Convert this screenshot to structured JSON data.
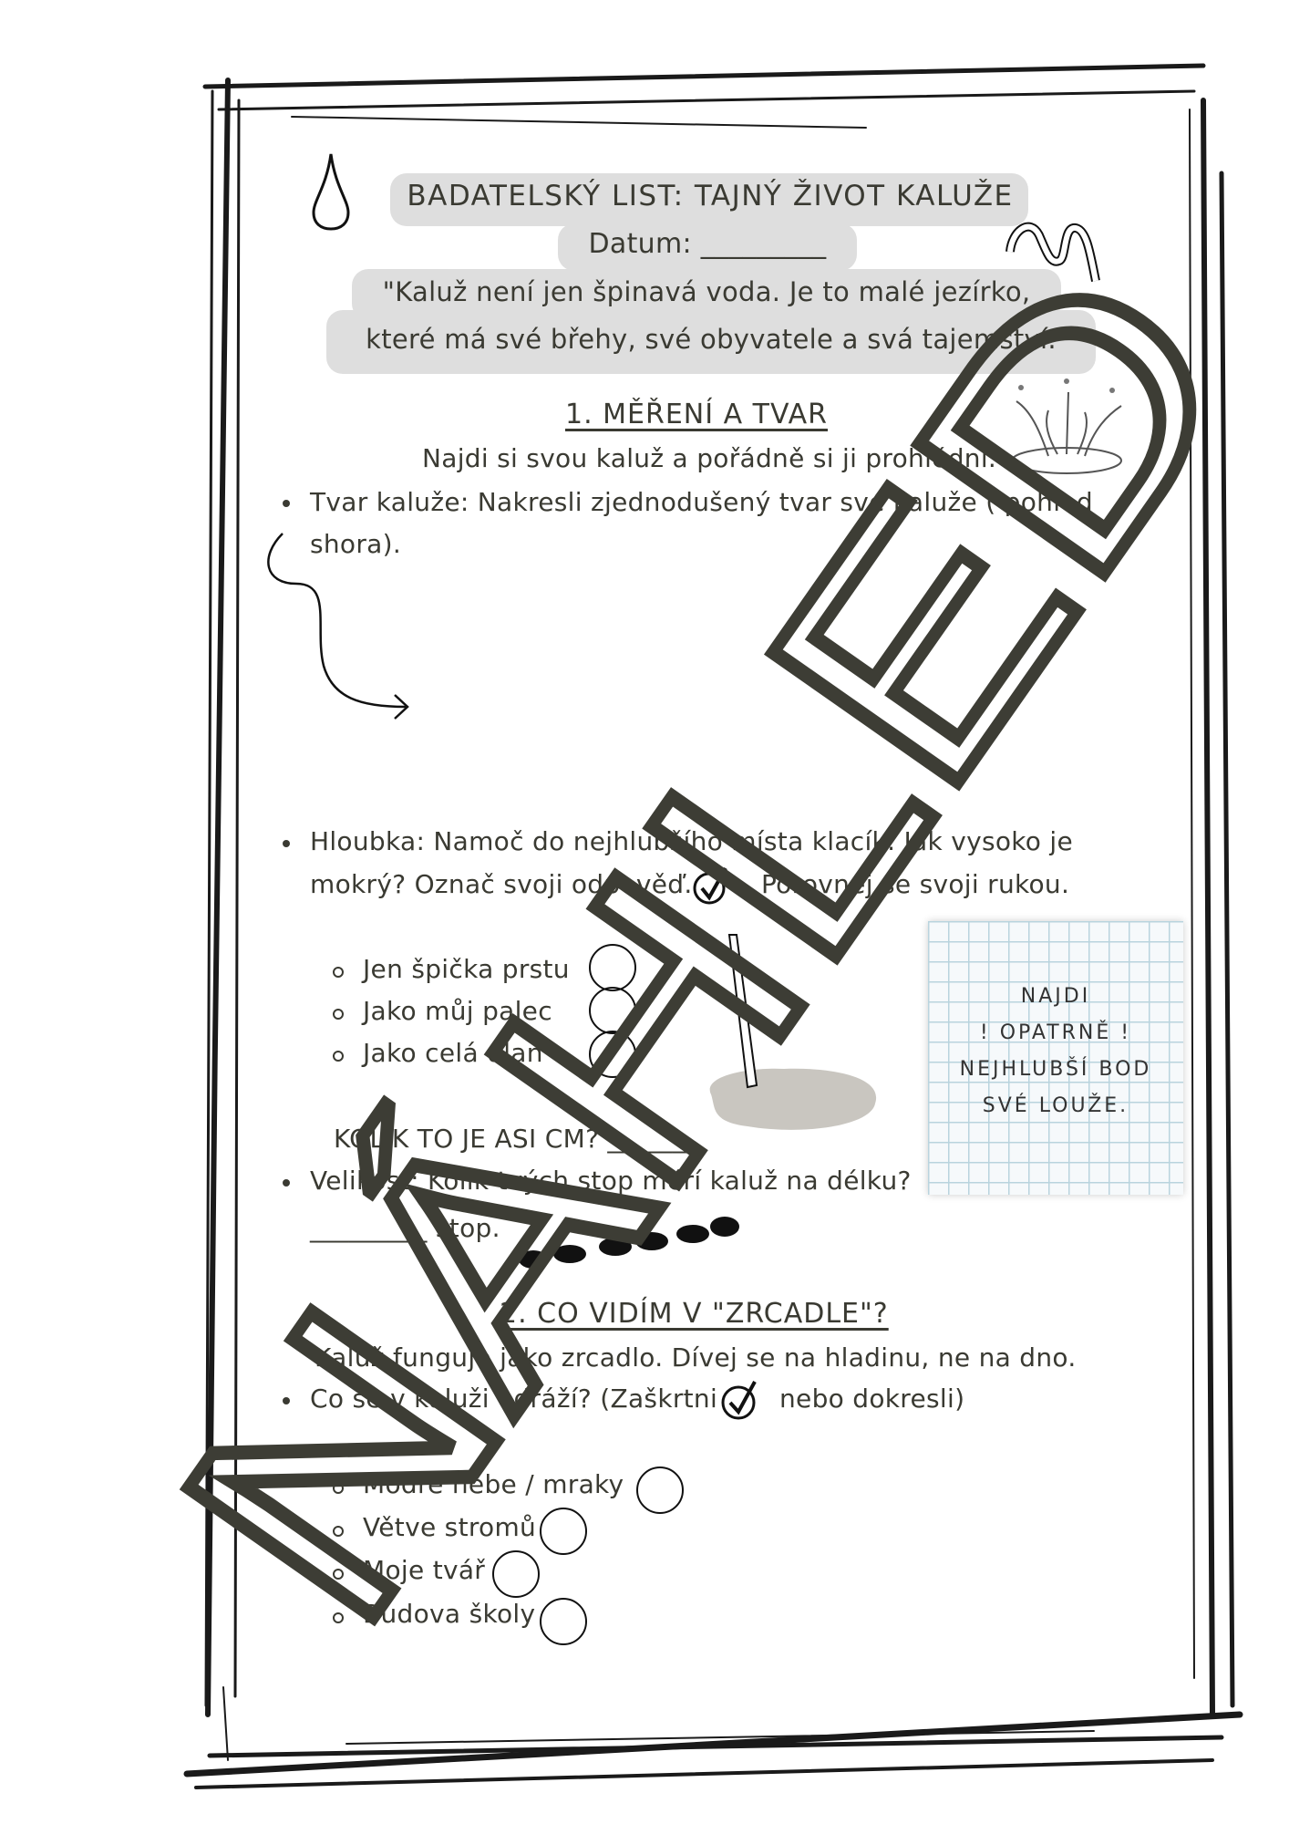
{
  "header": {
    "title": "BADATELSKÝ LIST: TAJNÝ ŽIVOT KALUŽE",
    "date_label": "Datum: _________",
    "quote_line1": "\"Kaluž není jen špinavá voda. Je to malé jezírko,",
    "quote_line2": "které má své břehy, své obyvatele a svá tajemství."
  },
  "section1": {
    "heading": "1. MĚŘENÍ A TVAR",
    "intro": "Najdi si svou kaluž a pořádně si ji prohlédni.",
    "shape_line1": "Tvar kaluže: Nakresli zjednodušený tvar své kaluže ( pohled",
    "shape_line2": "shora).",
    "depth_line1": "Hloubka: Namoč do nejhlubšího místa klacík. Jak vysoko je",
    "depth_line2a": "mokrý? Označ svoji odpověď.",
    "depth_line2b": "Porovnej se svoji rukou.",
    "depth_options": [
      "Jen špička prstu",
      "Jako můj palec",
      "Jako celá dlaň"
    ],
    "cm_question": "KOLIK TO JE ASI CM? _______",
    "size_line1": "Velikost: Kolik tvých stop měří kaluž na délku?",
    "size_line2": "_________ stop."
  },
  "note": {
    "lines": [
      "NAJDI",
      "! OPATRNĚ !",
      "NEJHLUBŠÍ BOD",
      "SVÉ LOUŽE."
    ]
  },
  "section2": {
    "heading": "2. CO VIDÍM V \"ZRCADLE\"?",
    "intro": "Kaluž funguje jako zrcadlo. Dívej se na hladinu, ne na dno.",
    "question_a": "Co se v kaluži odráží? (Zaškrtni",
    "question_b": "nebo dokresli)",
    "options": [
      "Modré nebe / mraky",
      "Větve stromů",
      "Moje tvář",
      "Budova školy"
    ]
  },
  "watermark": "NÁHLED"
}
